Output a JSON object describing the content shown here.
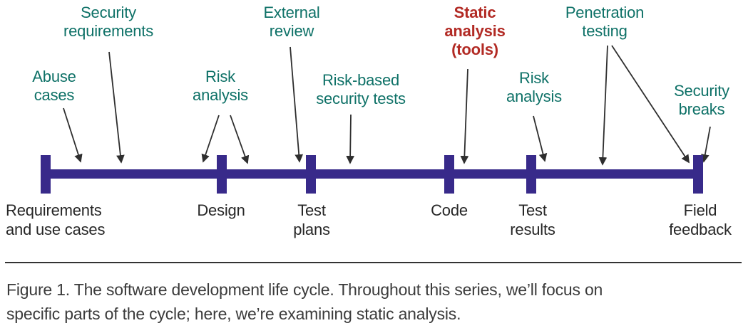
{
  "diagram": {
    "title": "Software development life cycle timeline",
    "annotations": [
      {
        "id": "abuse-cases",
        "text": "Abuse\ncases",
        "emphasis": false
      },
      {
        "id": "security-requirements",
        "text": "Security\nrequirements",
        "emphasis": false
      },
      {
        "id": "risk-analysis-design",
        "text": "Risk\nanalysis",
        "emphasis": false
      },
      {
        "id": "external-review",
        "text": "External\nreview",
        "emphasis": false
      },
      {
        "id": "risk-based-security-tests",
        "text": "Risk-based\nsecurity tests",
        "emphasis": false
      },
      {
        "id": "static-analysis-tools",
        "text": "Static\nanalysis\n(tools)",
        "emphasis": true
      },
      {
        "id": "risk-analysis-test-results",
        "text": "Risk\nanalysis",
        "emphasis": false
      },
      {
        "id": "penetration-testing",
        "text": "Penetration\ntesting",
        "emphasis": false
      },
      {
        "id": "security-breaks",
        "text": "Security\nbreaks",
        "emphasis": false
      }
    ],
    "phases": [
      {
        "id": "requirements",
        "label": "Requirements\nand use cases"
      },
      {
        "id": "design",
        "label": "Design"
      },
      {
        "id": "test-plans",
        "label": "Test\nplans"
      },
      {
        "id": "code",
        "label": "Code"
      },
      {
        "id": "test-results",
        "label": "Test\nresults"
      },
      {
        "id": "field-feedback",
        "label": "Field\nfeedback"
      }
    ],
    "colors": {
      "annotation": "#0e7167",
      "emphasis": "#b22a24",
      "timeline": "#382a8a",
      "arrow": "#2e2e2e",
      "phase_label": "#272727",
      "caption": "#3b3b3b"
    }
  },
  "caption": {
    "text": "Figure 1. The software development life cycle. Throughout this series, we’ll focus on\nspecific parts of the cycle; here, we’re examining static analysis."
  }
}
